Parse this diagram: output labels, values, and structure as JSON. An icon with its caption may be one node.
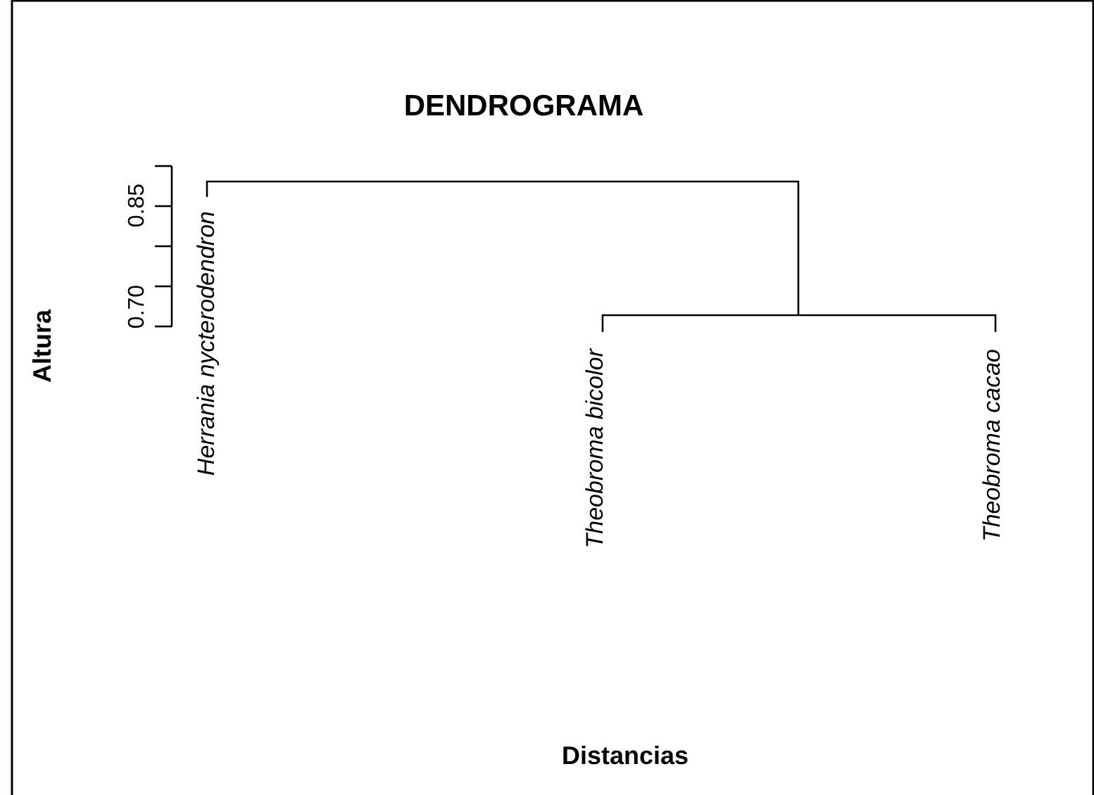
{
  "diagram": {
    "title": "DENDROGRAMA",
    "labels": [
      "0.85",
      "0.70",
      "Altura",
      "Herrania nycterodendron",
      "Theobroma bicolor",
      "Theobroma cacao",
      "Distancias"
    ]
  }
}
